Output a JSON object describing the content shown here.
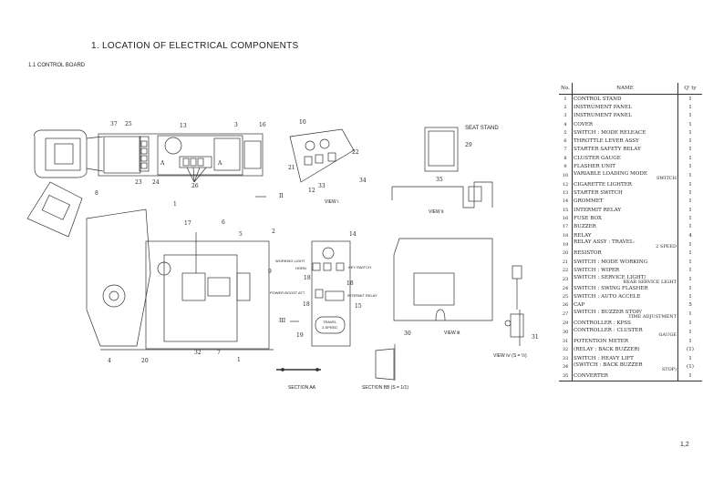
{
  "header": {
    "title": "1.   LOCATION OF ELECTRICAL COMPONENTS",
    "subtitle": "1.1 CONTROL BOARD",
    "page_number": "1,2"
  },
  "drawing": {
    "callouts": [
      "37",
      "25",
      "13",
      "3",
      "16",
      "23",
      "24",
      "26",
      "10",
      "22",
      "21",
      "33",
      "34",
      "12",
      "35",
      "29",
      "8",
      "1",
      "17",
      "6",
      "5",
      "2",
      "9",
      "4",
      "20",
      "32",
      "7",
      "1",
      "14",
      "18",
      "18",
      "18",
      "15",
      "19",
      "30",
      "31",
      "II",
      "III",
      "A",
      "A"
    ],
    "labels": {
      "seat_stand": "SEAT STAND",
      "view_1": "VIEW Ⅰ",
      "view_2": "VIEW Ⅱ",
      "view_3": "VIEW Ⅲ",
      "view_4": "VIEW Ⅳ  (S = ½)",
      "section_aa": "SECTION AA",
      "section_bb": "SECTION BB  (S = 1/1)",
      "working_light": "WORKING LIGHT",
      "horn": "HORN",
      "key_switch": "KEY SWITCH",
      "power_boost": "POWER BOOST ATT",
      "intermit_relay": "INTERMIT RELAY",
      "travel": "TRAVEL",
      "two_speed": "2-SPEED"
    }
  },
  "parts_table": {
    "headers": {
      "no": "No.",
      "name": "NAME",
      "qty": "Q' ty"
    },
    "rows": [
      {
        "no": "1",
        "name": "CONTROL STAND",
        "qty": "1"
      },
      {
        "no": "2",
        "name": "INSTRUMENT PANEL",
        "qty": "1"
      },
      {
        "no": "3",
        "name": "INSTRUMENT PANEL",
        "qty": "1"
      },
      {
        "no": "4",
        "name": "COVER",
        "qty": "1"
      },
      {
        "no": "5",
        "name": "SWITCH : MODE RELEACE",
        "qty": "1"
      },
      {
        "no": "6",
        "name": "THROTTLE LEVER ASSY",
        "qty": "1"
      },
      {
        "no": "7",
        "name": "STARTER SAFETY RELAY",
        "qty": "1"
      },
      {
        "no": "8",
        "name": "CLUSTER GAUGE",
        "qty": "1"
      },
      {
        "no": "9",
        "name": "FLASHER UNIT",
        "qty": "1"
      },
      {
        "no": "10",
        "name": "VARIABLE LOADING MODE",
        "name2": "SWITCH",
        "qty": "1"
      },
      {
        "no": "12",
        "name": "CIGARETTE LIGHTER",
        "qty": "1"
      },
      {
        "no": "13",
        "name": "STARTER SWITCH",
        "qty": "1"
      },
      {
        "no": "14",
        "name": "GROMMET",
        "qty": "1"
      },
      {
        "no": "15",
        "name": "INTERMIT RELAY",
        "qty": "1"
      },
      {
        "no": "16",
        "name": "FUSE BOX",
        "qty": "1"
      },
      {
        "no": "17",
        "name": "BUZZER",
        "qty": "1"
      },
      {
        "no": "18",
        "name": "RELAY",
        "qty": "4"
      },
      {
        "no": "19",
        "name": "RELAY ASSY : TRAVEL-",
        "name2": "2 SPEED",
        "qty": "1"
      },
      {
        "no": "20",
        "name": "RESISTOR",
        "qty": "1"
      },
      {
        "no": "21",
        "name": "SWITCH : MODE  WORKING",
        "qty": "1"
      },
      {
        "no": "22",
        "name": "SWITCH : WIPER",
        "qty": "1"
      },
      {
        "no": "23",
        "name": "SWITCH : SERVICE LIGHT/",
        "name2": "REAR SERVICE LIGHT",
        "qty": "1"
      },
      {
        "no": "24",
        "name": "SWITCH : SWING  FLASHER",
        "qty": "1"
      },
      {
        "no": "25",
        "name": "SWITCH : AUTO ACCELE",
        "qty": "1"
      },
      {
        "no": "26",
        "name": "CAP",
        "qty": "5"
      },
      {
        "no": "27",
        "name": "SWITCH : BUZZER STOP/",
        "name2": "TIME ADJUSTMENT",
        "qty": "1"
      },
      {
        "no": "29",
        "name": "CONTROLLER : KPSS",
        "qty": "1"
      },
      {
        "no": "30",
        "name": "CONTROLLER : CLUSTER",
        "name2": "GAUGE",
        "qty": "1"
      },
      {
        "no": "31",
        "name": "POTENTION METER",
        "qty": "1"
      },
      {
        "no": "32",
        "name": "(RELAY : BACK BUZZER)",
        "qty": "(1)"
      },
      {
        "no": "33",
        "name": "SWITCH : HEAVY LIFT",
        "qty": "1"
      },
      {
        "no": "34",
        "name": "(SWITCH : BACK BUZZER",
        "name2": "STOP)",
        "qty": "(1)"
      },
      {
        "no": "35",
        "name": "CONVERTER",
        "qty": "1"
      }
    ]
  }
}
